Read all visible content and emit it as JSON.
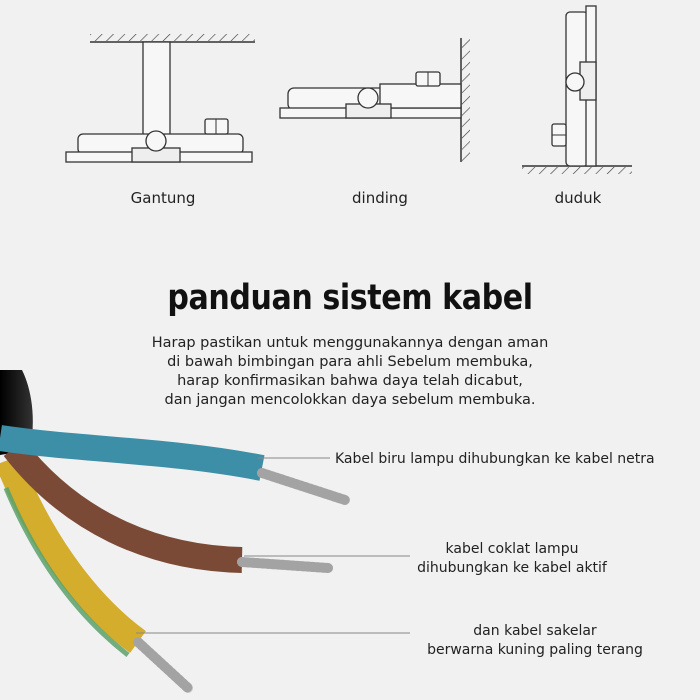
{
  "mounting": {
    "hanging_label": "Gantung",
    "wall_label": "dinding",
    "floor_label": "duduk"
  },
  "guide": {
    "title": "panduan sistem kabel",
    "intro_lines": [
      "Harap pastikan untuk menggunakannya dengan aman",
      "di bawah bimbingan para ahli Sebelum membuka,",
      "harap konfirmasikan bahwa daya telah dicabut,",
      "dan jangan mencolokkan daya sebelum membuka."
    ]
  },
  "wires": {
    "blue_label": "Kabel biru lampu dihubungkan ke kabel netra",
    "brown_label_lines": [
      "kabel coklat lampu",
      "dihubungkan ke kabel aktif"
    ],
    "yellow_label_lines": [
      "dan kabel sakelar",
      "berwarna kuning paling terang"
    ],
    "colors": {
      "blue": "#3d8ea7",
      "brown": "#7a4a36",
      "yellow": "#d4ad2c",
      "green_stripe": "#5aa16b",
      "sheath": "#1c1c1c",
      "copper": "#c8c8c8"
    }
  }
}
